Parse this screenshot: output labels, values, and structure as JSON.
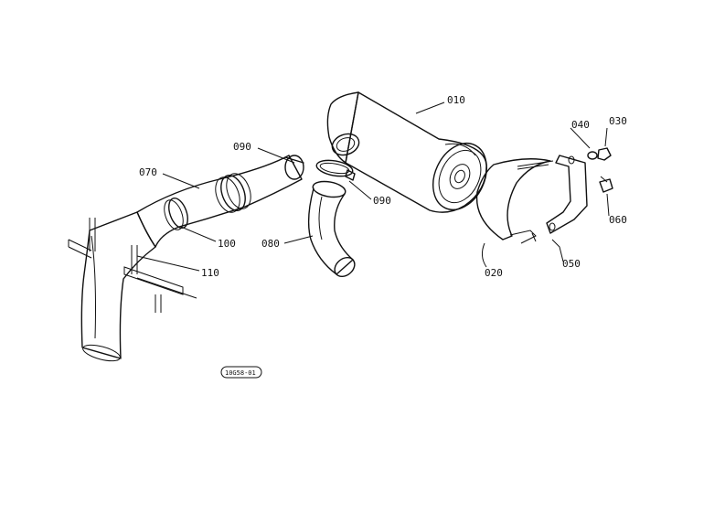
{
  "parts": {
    "p010": "010",
    "p020": "020",
    "p030": "030",
    "p040": "040",
    "p050": "050",
    "p060": "060",
    "p070": "070",
    "p080": "080",
    "p090a": "090",
    "p090b": "090",
    "p100": "100",
    "p110": "110"
  },
  "figure_code": "10G58-01"
}
